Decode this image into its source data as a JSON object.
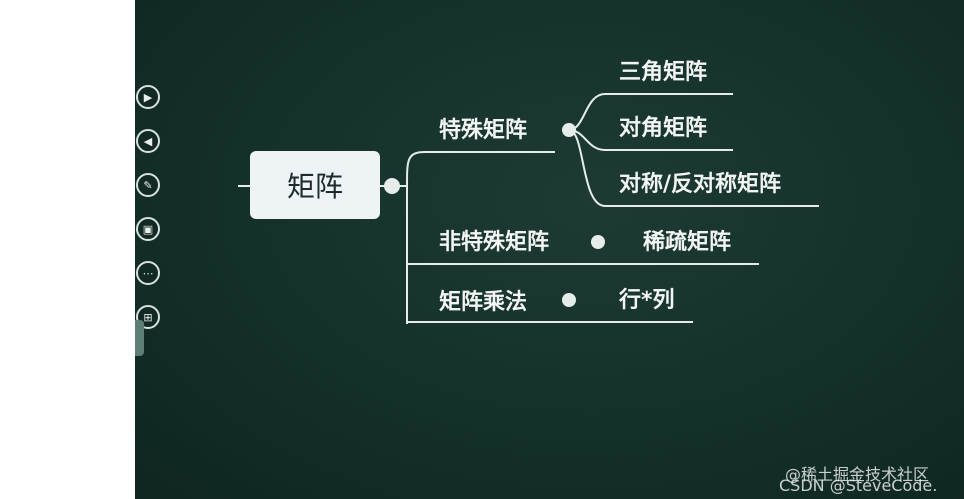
{
  "mindmap": {
    "root": "矩阵",
    "branches": [
      {
        "label": "特殊矩阵",
        "children": [
          "三角矩阵",
          "对角矩阵",
          "对称/反对称矩阵"
        ]
      },
      {
        "label": "非特殊矩阵",
        "children": [
          "稀疏矩阵"
        ]
      },
      {
        "label": "矩阵乘法",
        "children": [
          "行*列"
        ]
      }
    ]
  },
  "watermark": {
    "line1": "@稀土掘金技术社区",
    "line2": "CSDN @SteveCode."
  },
  "colors": {
    "board": "#14302a",
    "line": "#e6ece9",
    "root_fill": "#eef3f5"
  }
}
